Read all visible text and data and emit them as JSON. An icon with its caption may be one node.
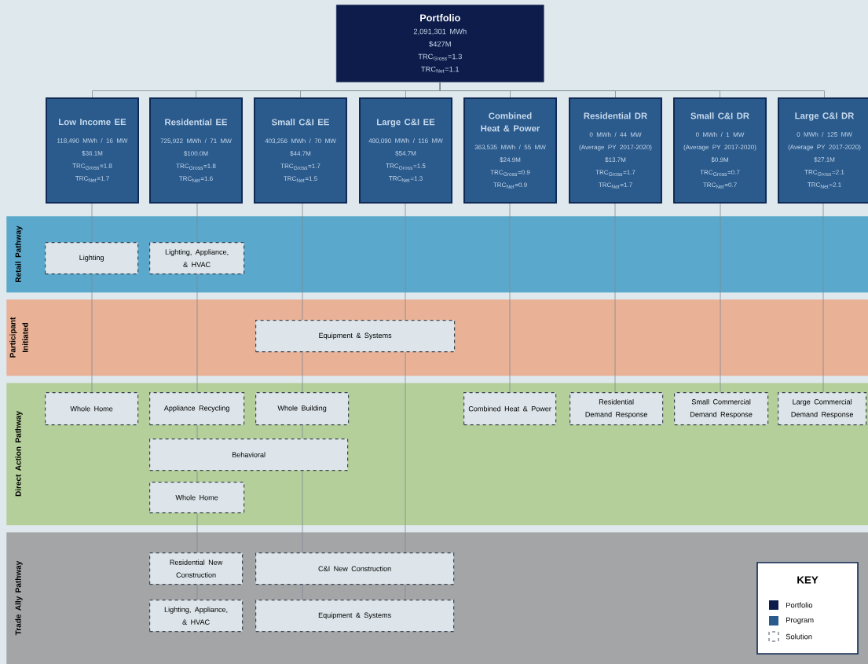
{
  "diagram": {
    "nodes": [
      {
        "text": [
          "Portfolio",
          "2,091,301 MWh",
          "$427M",
          "TRC$_{Gross}$=1.3",
          "TRC$_{Net}$=1.1"
        ]
      },
      {
        "text": [
          "Low Income  EE",
          "118,490 MWh / 16 MW",
          "$36.1M",
          "TRC$_{Gross}$=1.8",
          "TRC$_{Net}$=1.7"
        ]
      },
      {
        "text": [
          "Residential  EE",
          "725,922 MWh / 71 MW",
          "$100.0M",
          "TRC$_{Gross}$=1.8",
          "TRC$_{Net}$=1.6"
        ]
      },
      {
        "text": [
          "Small C&I EE",
          "403,256 MWh / 70 MW",
          "$44.7M",
          "TRC$_{Gross}$=1.7",
          "TRC$_{Net}$=1.5"
        ]
      },
      {
        "text": [
          "Large C&I EE",
          "480,090 MWh / 116 MW",
          "$54.7M",
          "TRC$_{Gross}$=1.5",
          "TRC$_{Net}$=1.3"
        ]
      },
      {
        "text": [
          "Combined Heat & Power",
          "363,535 MWh / 55 MW",
          "$24.9M",
          "TRC$_{Gross}$=0.9",
          "TRC$_{Net}$=0.9"
        ]
      },
      {
        "text": [
          "Residential DR",
          "0 MWh / 44 MW",
          "(Average PY 2017-2020)",
          "$13.7M",
          "TRC$_{Gross}$=1.7",
          "TRC$_{Net}$=1.7"
        ]
      },
      {
        "text": [
          "Small C&I DR",
          "0 MWh / 1 MW",
          "(Average PY 2017-2020)",
          "$0.9M",
          "TRC$_{Gross}$=0.7",
          "TRC$_{Net}$=0.7"
        ]
      },
      {
        "text": [
          "Large C&I DR",
          "0 MWh / 125 MW",
          "(Average PY 2017-2020)",
          "$27.1M",
          "TRC$_{Gross}$=2.1",
          "TRC$_{Net}$=2.1"
        ]
      },
      {
        "text": [
          "Retail Pathway"
        ]
      },
      {
        "text": [
          "Lighting"
        ],
        "in": 9
      },
      {
        "text": [
          "Lighting, Appliance, & HVAC"
        ],
        "in": 9
      },
      {
        "text": [
          "Participant Initiated"
        ]
      },
      {
        "text": [
          "Equipment & Systems"
        ],
        "in": 12
      },
      {
        "text": [
          "Direct Action Pathway"
        ]
      },
      {
        "text": [
          "Whole Home"
        ],
        "in": 14
      },
      {
        "text": [
          "Appliance Recycling"
        ],
        "in": 14
      },
      {
        "text": [
          "Whole Building"
        ],
        "in": 14
      },
      {
        "text": [
          "Combined Heat & Power"
        ],
        "in": 14
      },
      {
        "text": [
          "Residential Demand Response"
        ],
        "in": 14
      },
      {
        "text": [
          "Small Commercial Demand Response"
        ],
        "in": 14
      },
      {
        "text": [
          "Large Commercial Demand Response"
        ],
        "in": 14
      },
      {
        "text": [
          "Behavioral"
        ],
        "in": 14
      },
      {
        "text": [
          "Whole Home"
        ],
        "in": 14
      },
      {
        "text": [
          "Trade Ally Pathway"
        ]
      },
      {
        "text": [
          "Residential New Construction"
        ],
        "in": 24
      },
      {
        "text": [
          "C&I New Construction"
        ],
        "in": 24
      },
      {
        "text": [
          "Lighting, Appliance, & HVAC"
        ],
        "in": 24
      },
      {
        "text": [
          "Equipment & Systems"
        ],
        "in": 24
      }
    ],
    "edges": [
      {
        "from": 0,
        "to": 1,
        "arrow": "none"
      },
      {
        "from": 0,
        "to": 2,
        "arrow": "none"
      },
      {
        "from": 0,
        "to": 3,
        "arrow": "none"
      },
      {
        "from": 0,
        "to": 4,
        "arrow": "none"
      },
      {
        "from": 0,
        "to": 5,
        "arrow": "none"
      },
      {
        "from": 0,
        "to": 6,
        "arrow": "none"
      },
      {
        "from": 0,
        "to": 7,
        "arrow": "none"
      },
      {
        "from": 0,
        "to": 8,
        "arrow": "none"
      },
      {
        "from": 1,
        "to": 10,
        "arrow": "none"
      },
      {
        "from": 10,
        "to": 15,
        "arrow": "none"
      },
      {
        "from": 2,
        "to": 11,
        "arrow": "none"
      },
      {
        "from": 11,
        "to": 16,
        "arrow": "none"
      },
      {
        "from": 16,
        "to": 22,
        "arrow": "none"
      },
      {
        "from": 22,
        "to": 23,
        "arrow": "none"
      },
      {
        "from": 23,
        "to": 25,
        "arrow": "none"
      },
      {
        "from": 25,
        "to": 27,
        "arrow": "none"
      },
      {
        "from": 3,
        "to": 13,
        "arrow": "none"
      },
      {
        "from": 13,
        "to": 17,
        "arrow": "none"
      },
      {
        "from": 17,
        "to": 22,
        "arrow": "none"
      },
      {
        "from": 22,
        "to": 26,
        "arrow": "none"
      },
      {
        "from": 26,
        "to": 28,
        "arrow": "none"
      },
      {
        "from": 4,
        "to": 13,
        "arrow": "none"
      },
      {
        "from": 13,
        "to": 26,
        "arrow": "none"
      },
      {
        "from": 26,
        "to": 28,
        "arrow": "none"
      },
      {
        "from": 5,
        "to": 18,
        "arrow": "none"
      },
      {
        "from": 6,
        "to": 19,
        "arrow": "none"
      },
      {
        "from": 7,
        "to": 20,
        "arrow": "none"
      },
      {
        "from": 8,
        "to": 21,
        "arrow": "none"
      }
    ],
    "labels": [
      "KEY"
    ],
    "legend": [
      {
        "text": "Portfolio",
        "color": "#0d1c4a"
      },
      {
        "text": "Program",
        "color": "#2b5a8c"
      },
      {
        "text": "Solution"
      }
    ]
  }
}
